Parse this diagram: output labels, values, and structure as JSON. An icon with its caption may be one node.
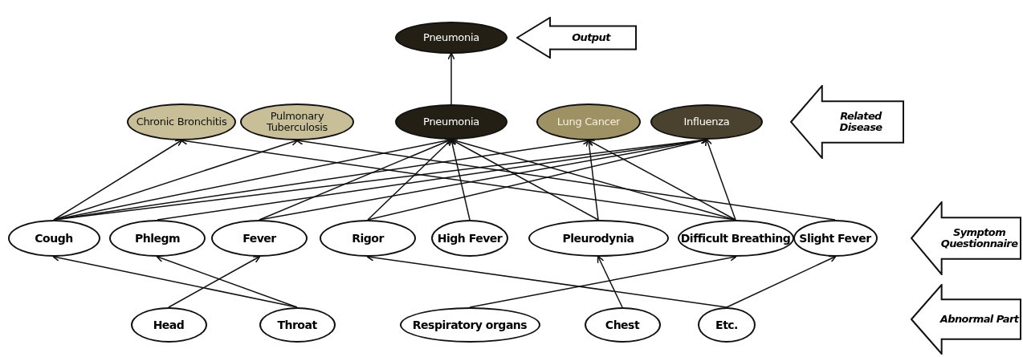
{
  "diagram": {
    "nodes": [
      {
        "text": [
          "Pneumonia"
        ]
      },
      {
        "text": [
          "Output"
        ]
      },
      {
        "text": [
          "Chronic Bronchitis"
        ]
      },
      {
        "text": [
          "Pulmonary Tuberculosis"
        ]
      },
      {
        "text": [
          "Pneumonia"
        ]
      },
      {
        "text": [
          "Lung Cancer"
        ]
      },
      {
        "text": [
          "Influenza"
        ]
      },
      {
        "text": [
          "Related Disease"
        ]
      },
      {
        "text": [
          "Cough"
        ]
      },
      {
        "text": [
          "Phlegm"
        ]
      },
      {
        "text": [
          "Fever"
        ]
      },
      {
        "text": [
          "Rigor"
        ]
      },
      {
        "text": [
          "High Fever"
        ]
      },
      {
        "text": [
          "Pleurodynia"
        ]
      },
      {
        "text": [
          "Difficult Breathing"
        ]
      },
      {
        "text": [
          "Slight Fever"
        ]
      },
      {
        "text": [
          "Symptom Questionnaire"
        ]
      },
      {
        "text": [
          "Head"
        ]
      },
      {
        "text": [
          "Throat"
        ]
      },
      {
        "text": [
          "Respiratory organs"
        ]
      },
      {
        "text": [
          "Chest"
        ]
      },
      {
        "text": [
          "Etc."
        ]
      },
      {
        "text": [
          "Abnormal Part"
        ]
      }
    ],
    "edges": [
      {
        "from": 4,
        "to": 0,
        "arrow": "to"
      },
      {
        "from": 8,
        "to": 2,
        "arrow": "to"
      },
      {
        "from": 8,
        "to": 3,
        "arrow": "to"
      },
      {
        "from": 8,
        "to": 4,
        "arrow": "to"
      },
      {
        "from": 8,
        "to": 5,
        "arrow": "to"
      },
      {
        "from": 8,
        "to": 6,
        "arrow": "to"
      },
      {
        "from": 9,
        "to": 6,
        "arrow": "to"
      },
      {
        "from": 10,
        "to": 4,
        "arrow": "to"
      },
      {
        "from": 10,
        "to": 6,
        "arrow": "to"
      },
      {
        "from": 11,
        "to": 4,
        "arrow": "to"
      },
      {
        "from": 11,
        "to": 6,
        "arrow": "to"
      },
      {
        "from": 12,
        "to": 4,
        "arrow": "to"
      },
      {
        "from": 13,
        "to": 4,
        "arrow": "to"
      },
      {
        "from": 13,
        "to": 5,
        "arrow": "to"
      },
      {
        "from": 14,
        "to": 2,
        "arrow": "to"
      },
      {
        "from": 14,
        "to": 4,
        "arrow": "to"
      },
      {
        "from": 14,
        "to": 5,
        "arrow": "to"
      },
      {
        "from": 14,
        "to": 6,
        "arrow": "to"
      },
      {
        "from": 15,
        "to": 3,
        "arrow": "to"
      },
      {
        "from": 18,
        "to": 8,
        "arrow": "to"
      },
      {
        "from": 18,
        "to": 9,
        "arrow": "to"
      },
      {
        "from": 17,
        "to": 10,
        "arrow": "to"
      },
      {
        "from": 19,
        "to": 14,
        "arrow": "to"
      },
      {
        "from": 20,
        "to": 13,
        "arrow": "to"
      },
      {
        "from": 21,
        "to": 11,
        "arrow": "to"
      },
      {
        "from": 21,
        "to": 15,
        "arrow": "to"
      }
    ]
  }
}
